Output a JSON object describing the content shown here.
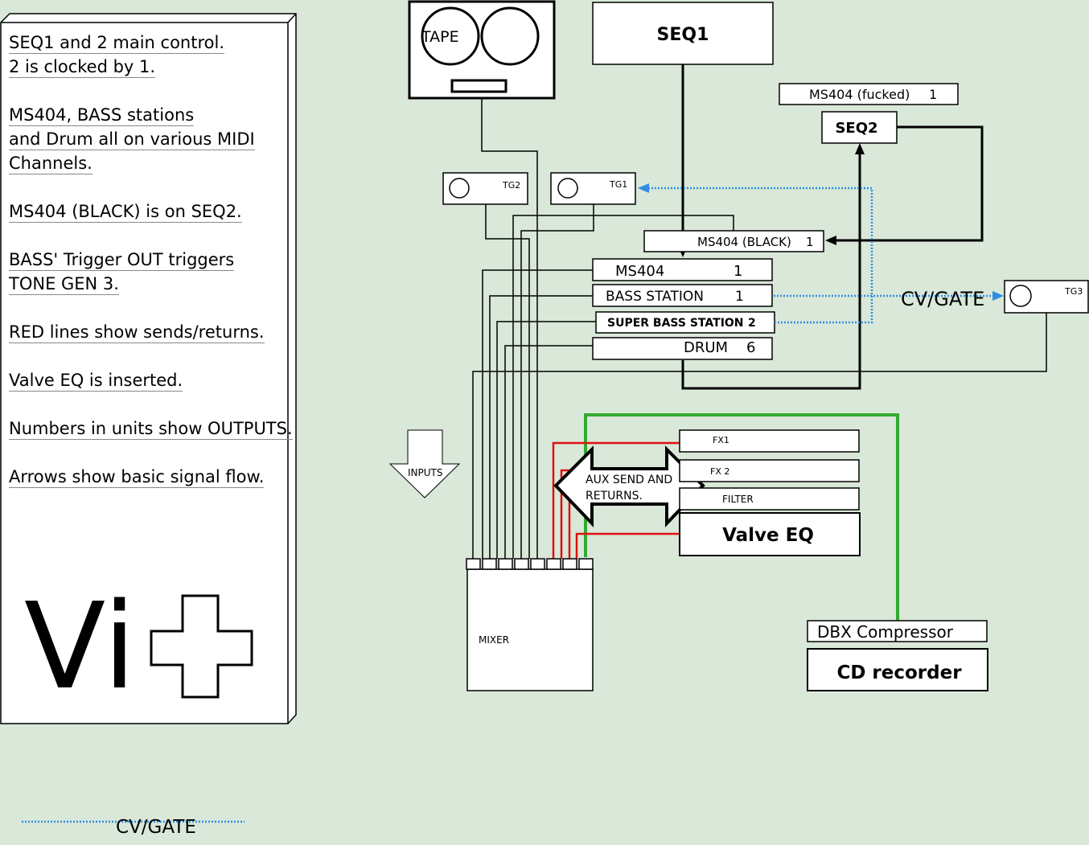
{
  "notes": [
    "SEQ1 and 2 main control.",
    "2 is clocked by 1.",
    "MS404, BASS stations",
    "and Drum all on various MIDI",
    "Channels.",
    "MS404 (BLACK) is on SEQ2.",
    "BASS' Trigger OUT triggers",
    "TONE GEN 3.",
    "RED lines show sends/returns.",
    "Valve EQ is inserted.",
    "Numbers in units show OUTPUTS.",
    "Arrows show basic signal flow."
  ],
  "logo": {
    "text": "Vi"
  },
  "units": {
    "tape": "TAPE",
    "seq1": "SEQ1",
    "seq2": "SEQ2",
    "ms404_fucked": "MS404 (fucked)",
    "ms404_fucked_out": "1",
    "ms404_black": "MS404 (BLACK)",
    "ms404_black_out": "1",
    "ms404": "MS404",
    "ms404_out": "1",
    "bass_station": "BASS STATION",
    "bass_station_out": "1",
    "super_bass_station": "SUPER BASS STATION",
    "super_bass_station_out": "2",
    "drum": "DRUM",
    "drum_out": "6",
    "tg1": "TG1",
    "tg2": "TG2",
    "tg3": "TG3",
    "cv_gate": "CV/GATE",
    "inputs": "INPUTS",
    "mixer": "MIXER",
    "fx1": "FX1",
    "fx2": "FX 2",
    "filter": "FILTER",
    "valve_eq": "Valve EQ",
    "aux_line1": "AUX SEND AND",
    "aux_line2": "RETURNS.",
    "dbx": "DBX Compressor",
    "cd": "CD recorder"
  },
  "legend": {
    "label": "CV/GATE"
  },
  "colors": {
    "background": "#d9e8d8",
    "send_return": "#e01010",
    "cv_gate": "#2f8de4",
    "output_bus": "#33aa33"
  }
}
